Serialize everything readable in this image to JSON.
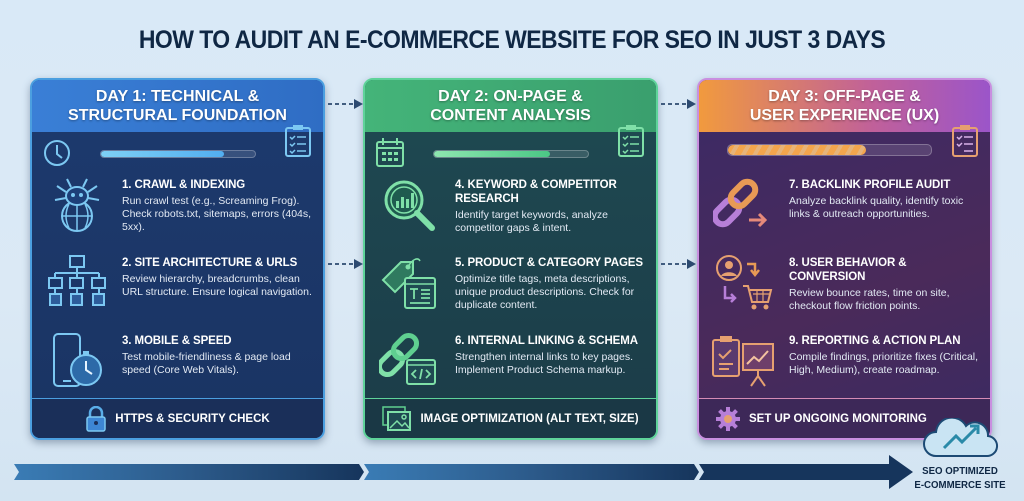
{
  "title": "HOW TO AUDIT AN E-COMMERCE WEBSITE FOR SEO IN JUST 3 DAYS",
  "colors": {
    "title": "#0f2744",
    "day1_accent": "#3a7fd6",
    "day2_accent": "#44b479",
    "day3_accent_start": "#f19a3e",
    "day3_accent_end": "#9b55c9"
  },
  "days": [
    {
      "heading": "DAY 1: TECHNICAL & STRUCTURAL FOUNDATION",
      "heading_line1": "DAY 1: TECHNICAL &",
      "heading_line2": "STRUCTURAL FOUNDATION",
      "head_icon": "clock-icon",
      "progress_pct": 80,
      "steps": [
        {
          "icon": "spider-globe-icon",
          "title": "1. CRAWL & INDEXING",
          "description": "Run crawl test (e.g., Screaming Frog). Check robots.txt, sitemaps, errors (404s, 5xx)."
        },
        {
          "icon": "site-hierarchy-icon",
          "title": "2. SITE ARCHITECTURE & URLS",
          "description": "Review hierarchy, breadcrumbs, clean URL structure. Ensure logical navigation."
        },
        {
          "icon": "mobile-stopwatch-icon",
          "title": "3. MOBILE & SPEED",
          "description": "Test mobile-friendliness & page load speed (Core Web Vitals)."
        }
      ],
      "footer": {
        "icon": "lock-icon",
        "label": "HTTPS & SECURITY CHECK"
      }
    },
    {
      "heading": "DAY 2: ON-PAGE & CONTENT ANALYSIS",
      "heading_line1": "DAY 2: ON-PAGE &",
      "heading_line2": "CONTENT ANALYSIS",
      "head_icon": "calendar-icon",
      "progress_pct": 75,
      "steps": [
        {
          "icon": "magnifier-chart-icon",
          "title": "4. KEYWORD & COMPETITOR RESEARCH",
          "description": "Identify target keywords, analyze competitor gaps & intent."
        },
        {
          "icon": "price-tag-page-icon",
          "title": "5. PRODUCT & CATEGORY PAGES",
          "description": "Optimize title tags, meta descriptions, unique product descriptions. Check for duplicate content."
        },
        {
          "icon": "link-code-icon",
          "title": "6. INTERNAL LINKING & SCHEMA",
          "description": "Strengthen internal links to key pages. Implement Product Schema markup."
        }
      ],
      "footer": {
        "icon": "image-icon",
        "label": "IMAGE OPTIMIZATION (ALT TEXT, SIZE)"
      }
    },
    {
      "heading": "DAY 3: OFF-PAGE & USER EXPERIENCE (UX)",
      "heading_line1": "DAY 3: OFF-PAGE &",
      "heading_line2": "USER EXPERIENCE (UX)",
      "head_icon": "none",
      "progress_pct": 68,
      "steps": [
        {
          "icon": "backlink-chain-icon",
          "title": "7. BACKLINK PROFILE AUDIT",
          "description": "Analyze backlink quality, identify toxic links & outreach opportunities."
        },
        {
          "icon": "user-cart-icon",
          "title": "8. USER BEHAVIOR & CONVERSION",
          "description": "Review bounce rates, time on site, checkout flow friction points."
        },
        {
          "icon": "clipboard-presentation-icon",
          "title": "9. REPORTING & ACTION PLAN",
          "description": "Compile findings, prioritize fixes (Critical, High, Medium), create roadmap."
        }
      ],
      "footer": {
        "icon": "gear-icon",
        "label": "SET UP ONGOING MONITORING"
      }
    }
  ],
  "goal": {
    "icon": "cloud-growth-icon",
    "line1": "SEO OPTIMIZED",
    "line2": "E-COMMERCE SITE"
  }
}
